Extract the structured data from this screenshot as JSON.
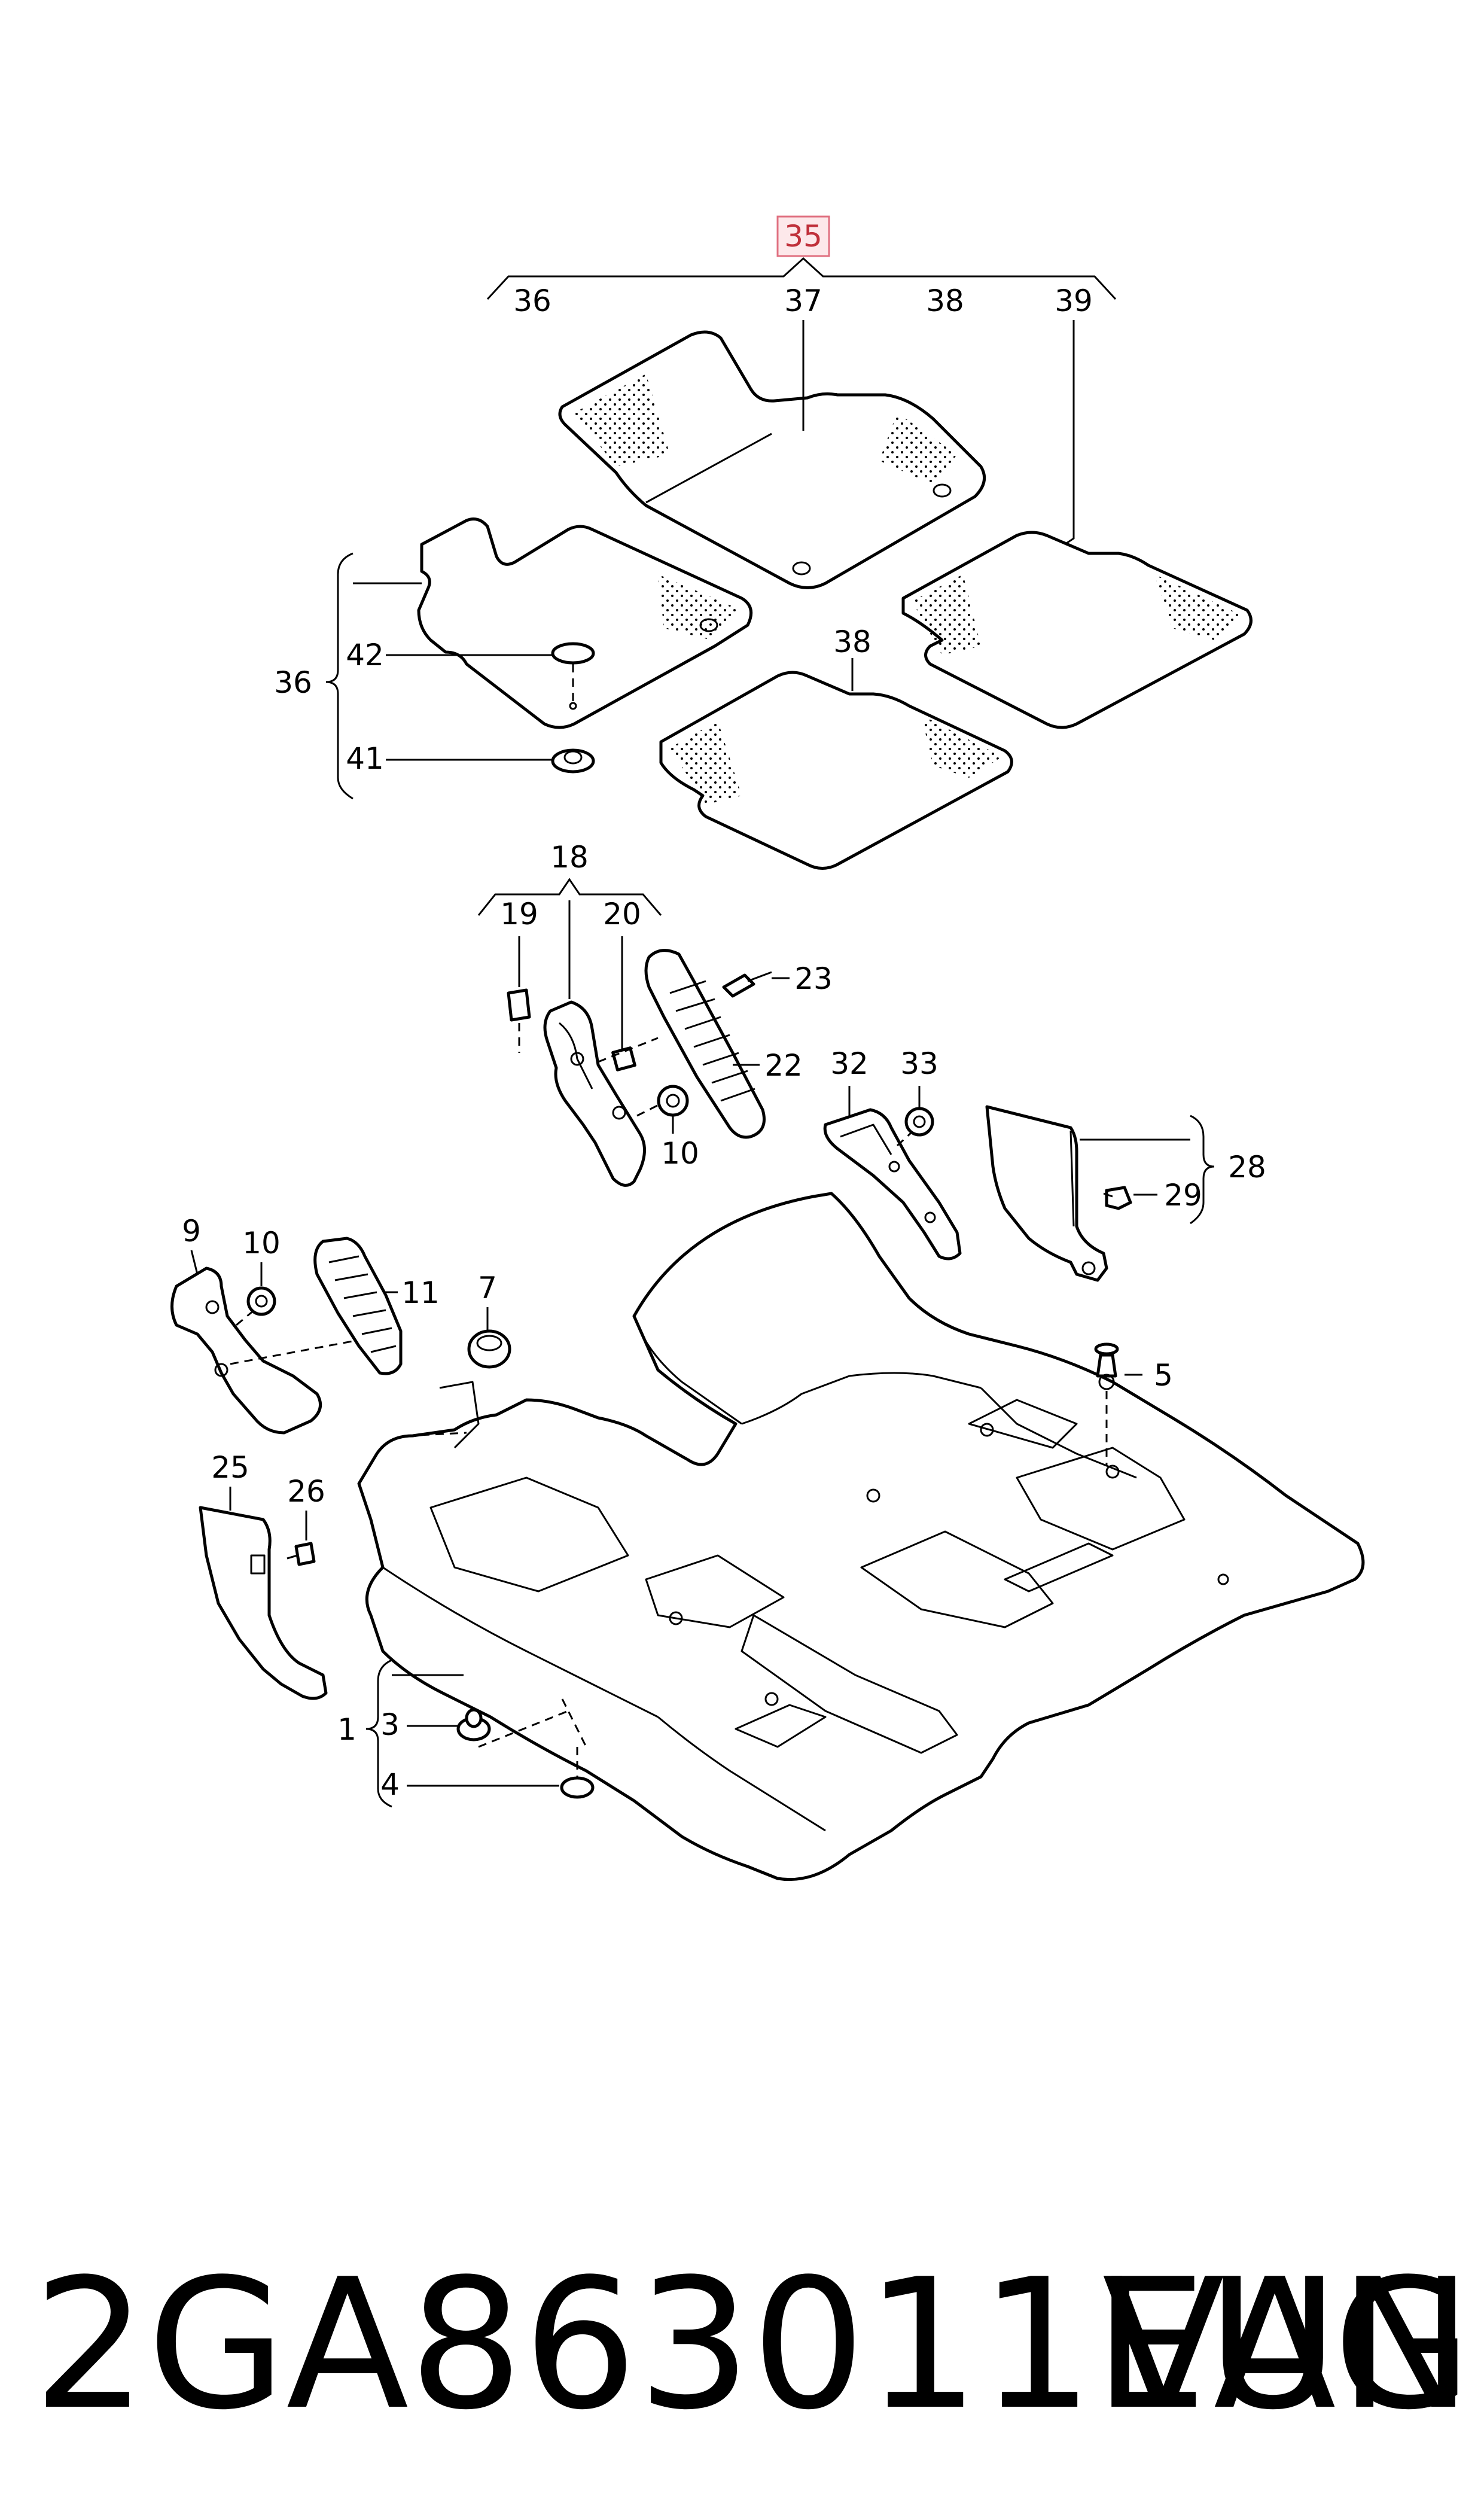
{
  "diagram": {
    "highlighted_callout": "35",
    "callouts": {
      "c1": "1",
      "c3": "3",
      "c4": "4",
      "c5": "5",
      "c7": "7",
      "c9": "9",
      "c10a": "10",
      "c10b": "10",
      "c11": "11",
      "c18": "18",
      "c19": "19",
      "c20": "20",
      "c22": "22",
      "c23": "23",
      "c25": "25",
      "c26": "26",
      "c28": "28",
      "c29": "29",
      "c32": "32",
      "c33": "33",
      "c36a": "36",
      "c36b": "36",
      "c37": "37",
      "c38a": "38",
      "c38b": "38",
      "c39": "39",
      "c41": "41",
      "c42": "42"
    }
  },
  "footer": {
    "part_number": "2GA863011EUN",
    "brand": "VAG"
  }
}
